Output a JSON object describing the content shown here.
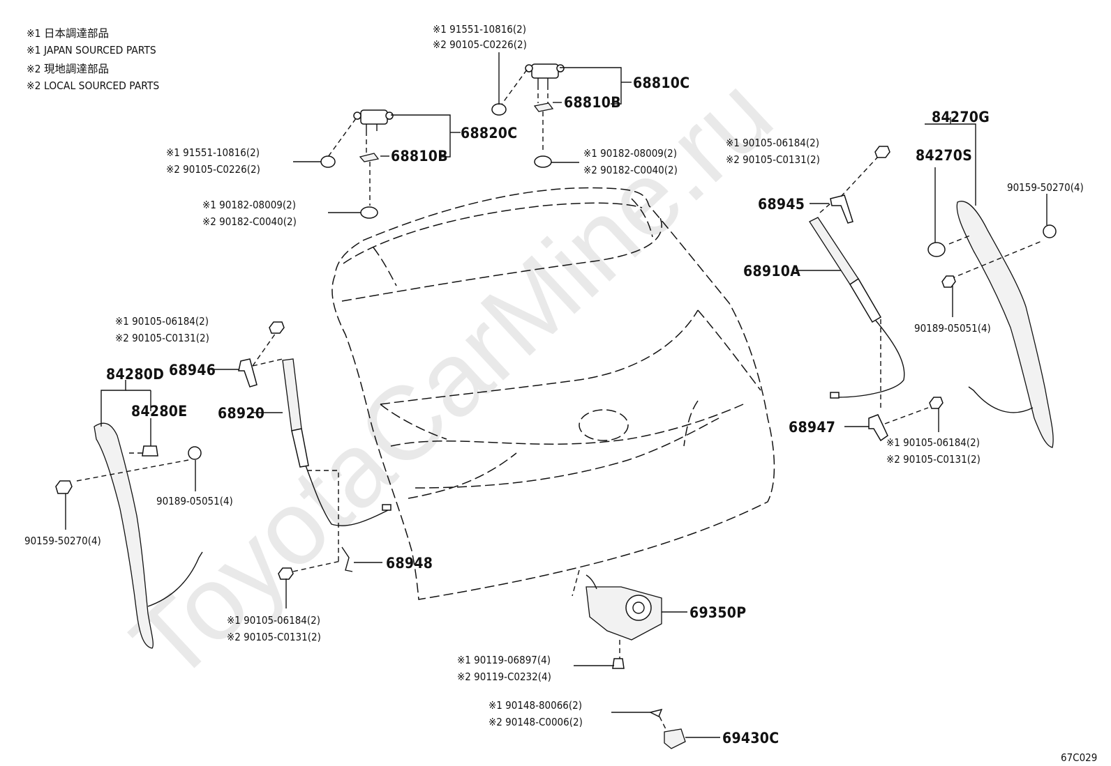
{
  "legend": {
    "line1": "※1 日本調達部品",
    "line2": "※1 JAPAN SOURCED PARTS",
    "line3": "※2 現地調達部品",
    "line4": "※2 LOCAL SOURCED PARTS"
  },
  "watermark": "ToyotaCarMine.ru",
  "diagram_code": "67C029",
  "parts": {
    "p68810C": "68810C",
    "p68810B_right": "68810B",
    "p68820C": "68820C",
    "p68810B_left": "68810B",
    "p84270G": "84270G",
    "p84270S": "84270S",
    "p68945": "68945",
    "p68910A": "68910A",
    "p68947": "68947",
    "p84280D": "84280D",
    "p84280E": "84280E",
    "p68946": "68946",
    "p68920": "68920",
    "p68948": "68948",
    "p69350P": "69350P",
    "p69430C": "69430C"
  },
  "fasteners": {
    "top_center_1": "※1 91551-10816(2)",
    "top_center_2": "※2 90105-C0226(2)",
    "left_top_1": "※1  91551-10816(2)",
    "left_top_2": "※2  90105-C0226(2)",
    "left_nut_1": "※1  90182-08009(2)",
    "left_nut_2": "※2  90182-C0040(2)",
    "right_nut_1": "※1  90182-08009(2)",
    "right_nut_2": "※2  90182-C0040(2)",
    "r_bolt_top_1": "※1  90105-06184(2)",
    "r_bolt_top_2": "※2  90105-C0131(2)",
    "r_90159": "90159-50270(4)",
    "r_90189": "90189-05051(4)",
    "r_bolt_bot_1": "※1  90105-06184(2)",
    "r_bolt_bot_2": "※2  90105-C0131(2)",
    "l_bolt_top_1": "※1  90105-06184(2)",
    "l_bolt_top_2": "※2  90105-C0131(2)",
    "l_90189": "90189-05051(4)",
    "l_90159": "90159-50270(4)",
    "l_bolt_bot_1": "※1  90105-06184(2)",
    "l_bolt_bot_2": "※2  90105-C0131(2)",
    "motor_bolt_1": "※1  90119-06897(4)",
    "motor_bolt_2": "※2  90119-C0232(4)",
    "screw_1": "※1  90148-80066(2)",
    "screw_2": "※2  90148-C0006(2)"
  }
}
